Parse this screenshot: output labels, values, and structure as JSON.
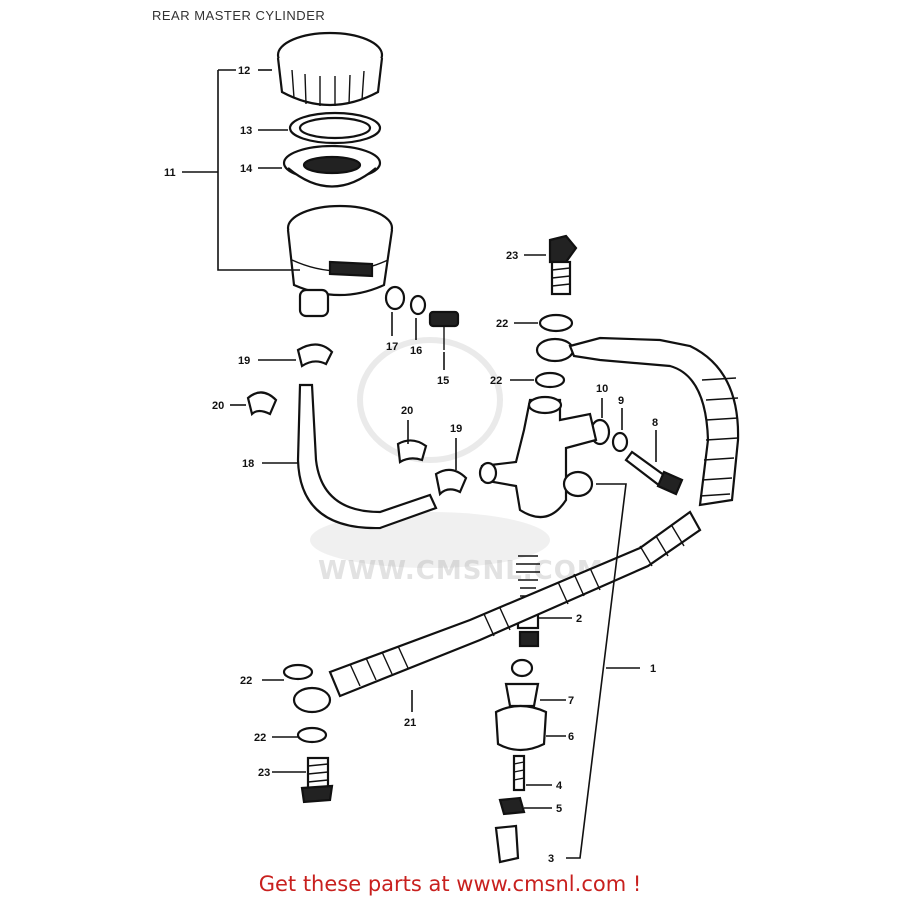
{
  "header": {
    "title": "REAR MASTER CYLINDER"
  },
  "watermark": {
    "text": "WWW.CMSNL.COM"
  },
  "footer": {
    "text": "Get these parts at www.cmsnl.com !",
    "color": "#c8201e"
  },
  "callouts": {
    "c1": "1",
    "c2": "2",
    "c3": "3",
    "c4": "4",
    "c5": "5",
    "c6": "6",
    "c7": "7",
    "c8": "8",
    "c9": "9",
    "c10": "10",
    "c11": "11",
    "c12": "12",
    "c13": "13",
    "c14": "14",
    "c15": "15",
    "c16": "16",
    "c17": "17",
    "c18": "18",
    "c19a": "19",
    "c19b": "19",
    "c20a": "20",
    "c20b": "20",
    "c21": "21",
    "c22a": "22",
    "c22b": "22",
    "c22c": "22",
    "c22d": "22",
    "c23a": "23",
    "c23b": "23"
  }
}
